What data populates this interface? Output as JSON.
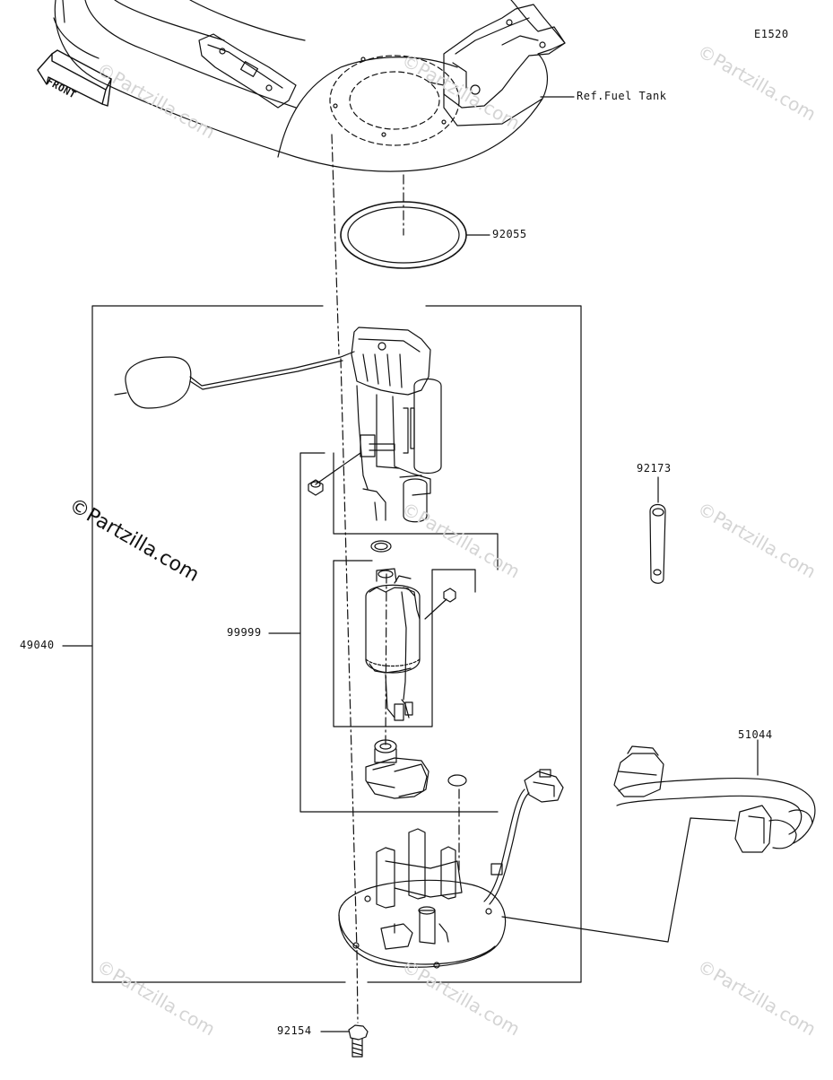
{
  "diagram_code": "E1520",
  "front_label": "FRONT",
  "labels": {
    "fuel_tank_ref": "Ref.Fuel Tank",
    "o_ring": "92055",
    "band": "92173",
    "pump_assembly": "49040",
    "pump_kit": "99999",
    "hose": "51044",
    "bolt": "92154"
  },
  "watermark": "©Partzilla.com"
}
